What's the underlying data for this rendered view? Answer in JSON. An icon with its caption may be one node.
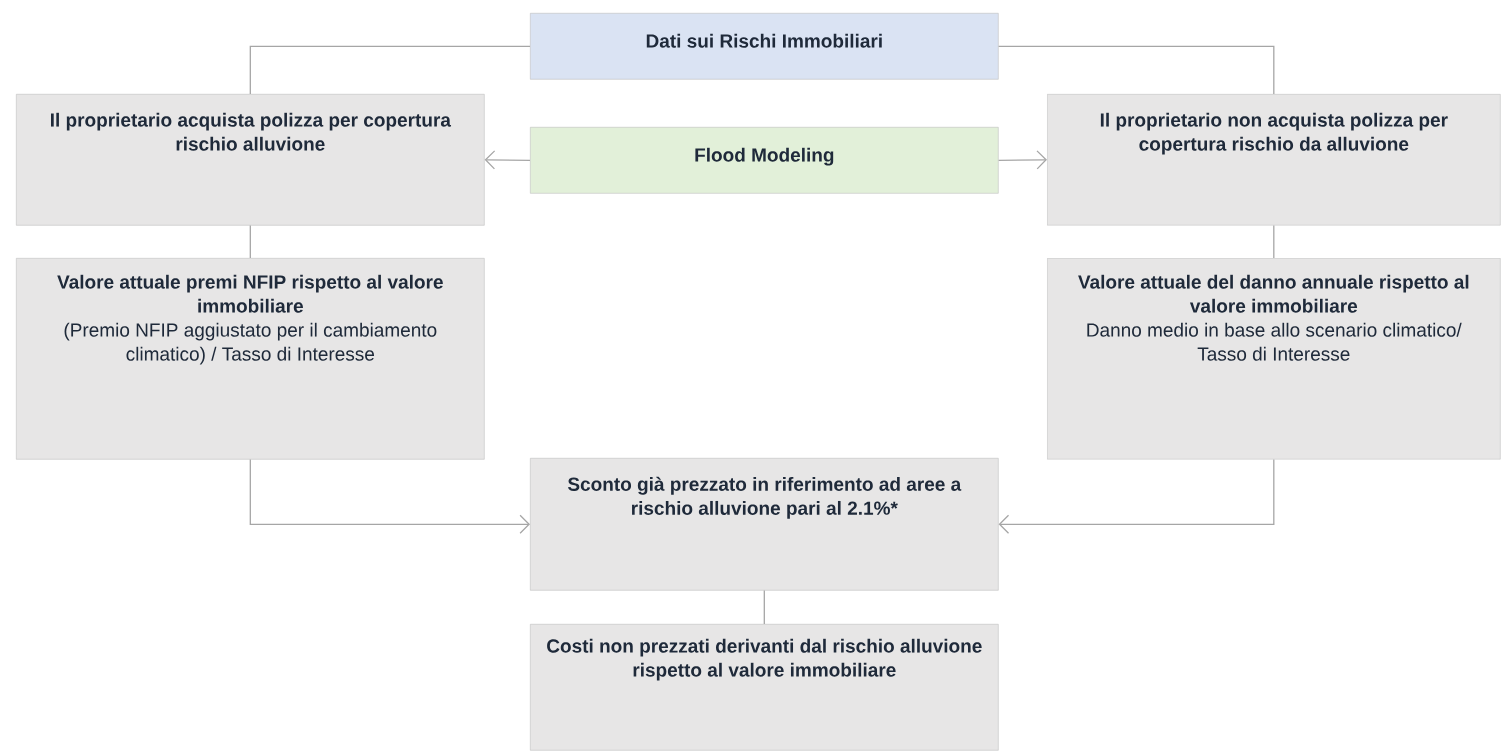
{
  "diagram": {
    "nodes": [
      {
        "text": [
          "Dati sui Rischi Immobiliari"
        ]
      },
      {
        "text": [
          "Il proprietario acquista polizza per copertura rischio alluvione"
        ]
      },
      {
        "text": [
          "Flood Modeling"
        ]
      },
      {
        "text": [
          "Il proprietario non acquista polizza per copertura rischio da alluvione"
        ]
      },
      {
        "text": [
          "Valore attuale premi NFIP rispetto al valore immobiliare",
          "(Premio NFIP aggiustato per il cambiamento climatico) / Tasso di Interesse"
        ]
      },
      {
        "text": [
          "Valore attuale del danno annuale rispetto al valore immobiliare",
          "Danno medio in base allo scenario climatico/ Tasso di Interesse"
        ]
      },
      {
        "text": [
          "Sconto già prezzato in riferimento ad aree a rischio alluvione pari al 2.1%*"
        ]
      },
      {
        "text": [
          "Costi non prezzati derivanti dal rischio alluvione rispetto al valore immobiliare"
        ]
      }
    ],
    "edges": [
      {
        "from": 0,
        "to": 1,
        "arrow": "none"
      },
      {
        "from": 0,
        "to": 3,
        "arrow": "none"
      },
      {
        "from": 2,
        "to": 1,
        "arrow": "to"
      },
      {
        "from": 2,
        "to": 3,
        "arrow": "to"
      },
      {
        "from": 1,
        "to": 4,
        "arrow": "none"
      },
      {
        "from": 3,
        "to": 5,
        "arrow": "none"
      },
      {
        "from": 4,
        "to": 6,
        "arrow": "to"
      },
      {
        "from": 5,
        "to": 6,
        "arrow": "to"
      },
      {
        "from": 6,
        "to": 7,
        "arrow": "none"
      }
    ]
  }
}
